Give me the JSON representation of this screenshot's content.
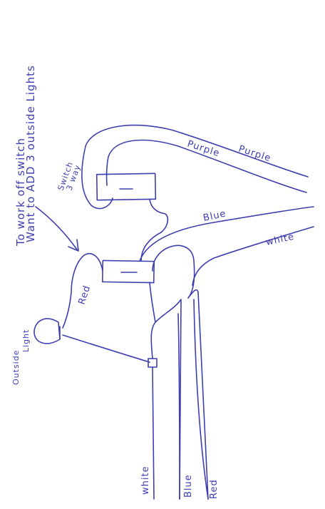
{
  "note": {
    "line1": "Want to ADD 3 outside Lights",
    "line2": "To work off switch"
  },
  "labels": {
    "three_way_switch_line1": "3 way",
    "three_way_switch_line2": "Switch",
    "outside_light_line1": "Outside",
    "outside_light_line2": "Light",
    "red_upper": "Red",
    "purple_inner": "Purple",
    "purple_outer": "Purple",
    "blue_top": "Blue",
    "white_top": "white",
    "white_bottom": "white",
    "blue_bottom": "Blue",
    "red_bottom": "Red"
  },
  "colors": {
    "ink": "#3d3fb0",
    "paper": "#ffffff"
  }
}
